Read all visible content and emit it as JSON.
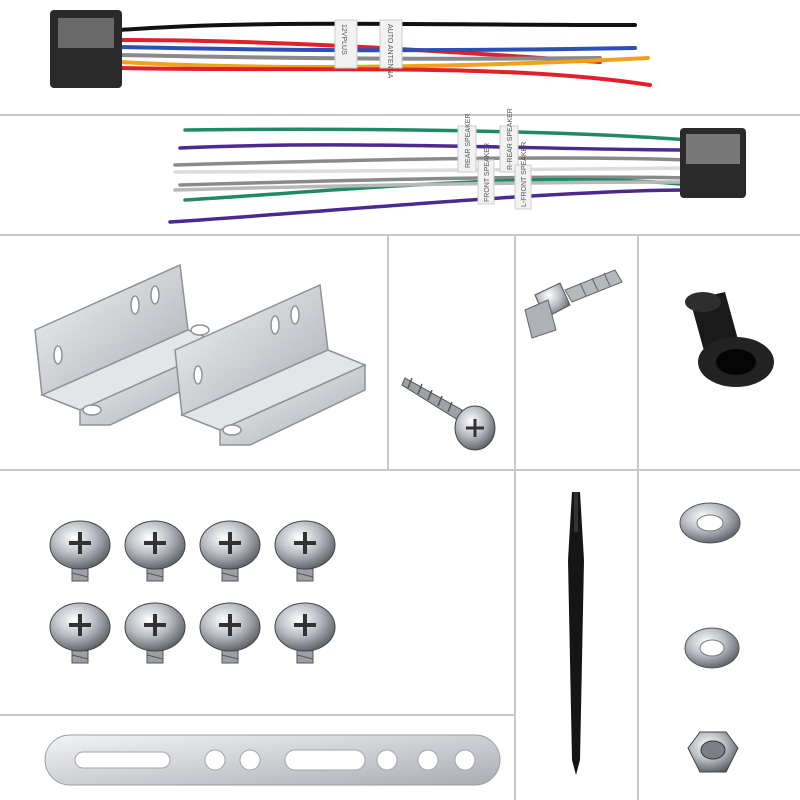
{
  "product": {
    "panels": [
      {
        "id": "iso-power-harness",
        "wire_labels": [
          "12VPLUS",
          "AUTO ANTENNA"
        ]
      },
      {
        "id": "iso-speaker-harness",
        "wire_labels": [
          "REAR SPEAKER",
          "FRONT SPEAKER",
          "R-REAR SPEAKER",
          "L-FRONT SPEAKER"
        ]
      },
      {
        "id": "mounting-brackets"
      },
      {
        "id": "tapping-screw"
      },
      {
        "id": "threaded-stud"
      },
      {
        "id": "rubber-bushing"
      },
      {
        "id": "machine-screws",
        "count": 8
      },
      {
        "id": "stylus-pen"
      },
      {
        "id": "washers-and-nut"
      },
      {
        "id": "perforated-strap"
      }
    ]
  },
  "colors": {
    "divider": "#c8c8c8",
    "red": "#e0202a",
    "yellow": "#f0a21a",
    "blue": "#2d4fb8",
    "black": "#111111",
    "green": "#1f8a6a",
    "purple": "#4b2a8f",
    "gray": "#8a8a8a",
    "metal": "#c9ccd0"
  }
}
